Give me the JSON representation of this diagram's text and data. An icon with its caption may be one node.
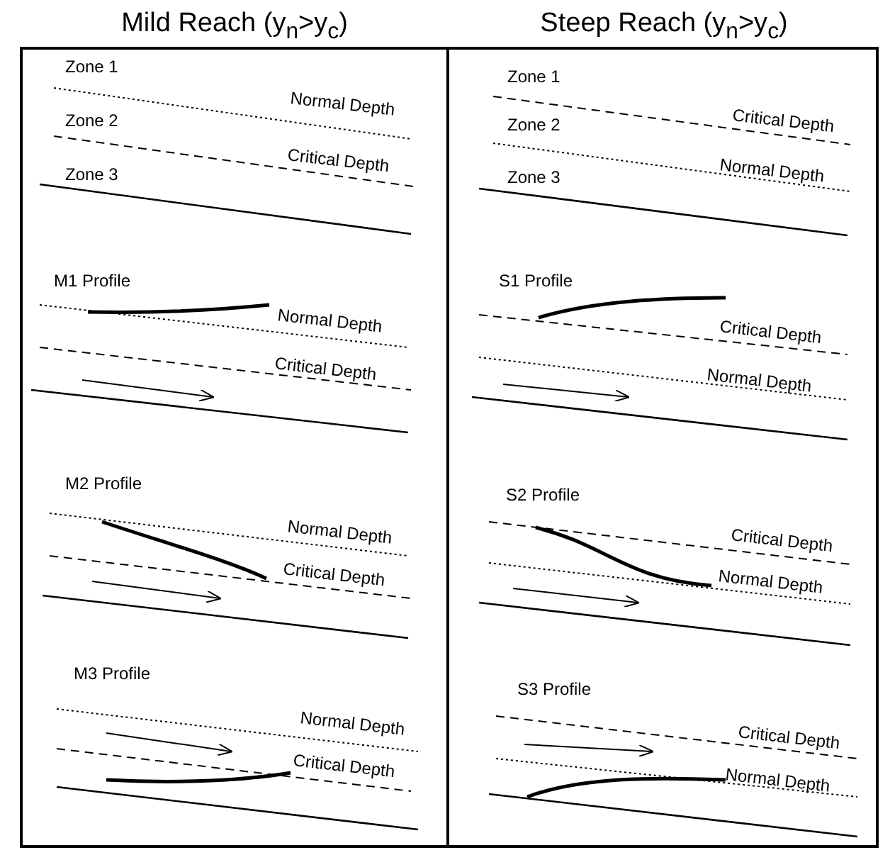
{
  "diagram": {
    "nodes": [
      {
        "text": [
          "Mild Reach (y$_{n}$>y$_{c}$)"
        ]
      },
      {
        "text": [
          "Steep Reach (y$_{n}$>y$_{c}$)"
        ]
      }
    ],
    "labels": [
      "Zone 1",
      "Normal Depth",
      "Zone 2",
      "Critical Depth",
      "Zone 3",
      "M1 Profile",
      "Normal Depth",
      "Critical Depth",
      "M2 Profile",
      "Normal Depth",
      "Critical Depth",
      "M3 Profile",
      "Normal Depth",
      "Critical Depth",
      "Zone 1",
      "Critical Depth",
      "Zone 2",
      "Normal Depth",
      "Zone 3",
      "S1 Profile",
      "Critical Depth",
      "Normal Depth",
      "S2 Profile",
      "Critical Depth",
      "Normal Depth",
      "S3 Profile",
      "Critical Depth",
      "Normal Depth"
    ]
  }
}
